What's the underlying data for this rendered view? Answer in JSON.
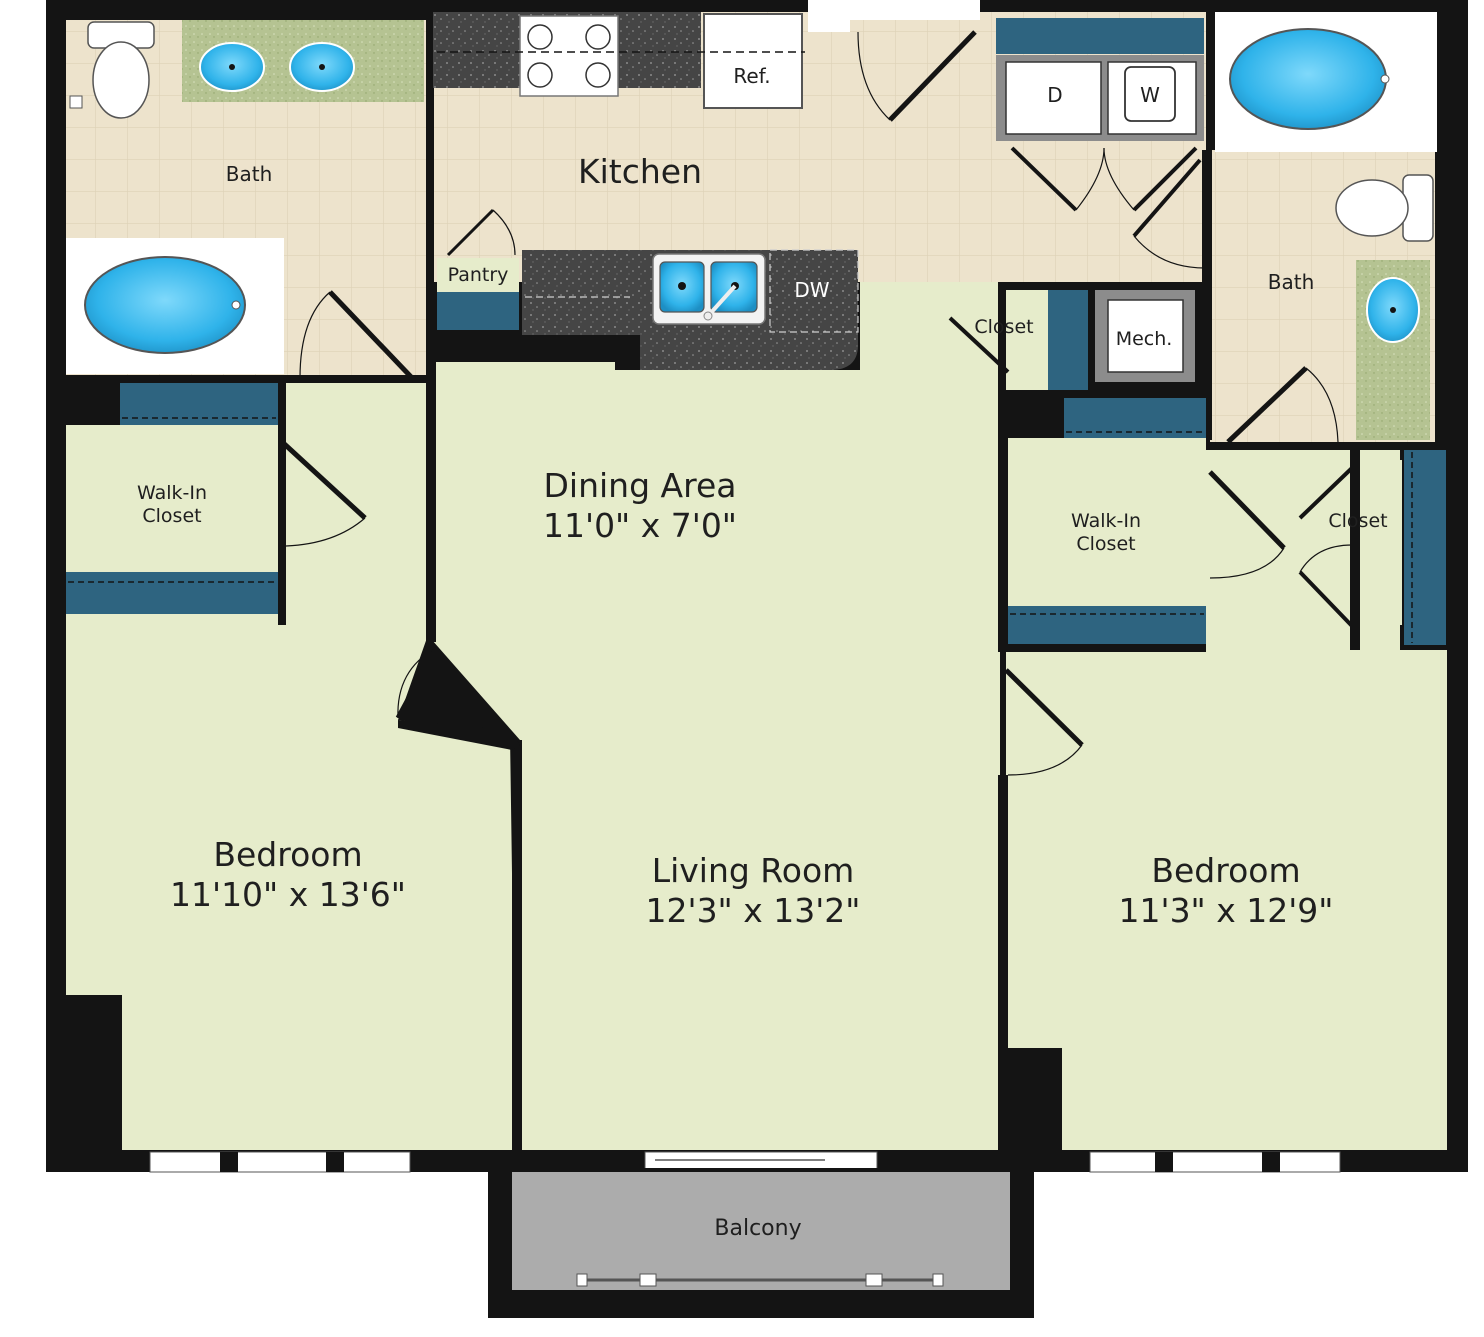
{
  "rooms": {
    "kitchen": "Kitchen",
    "bath_left": "Bath",
    "bath_right": "Bath",
    "pantry": "Pantry",
    "dining_name": "Dining Area",
    "dining_dim": "11'0\" x 7'0\"",
    "living_name": "Living Room",
    "living_dim": "12'3\" x 13'2\"",
    "bedroom_left_name": "Bedroom",
    "bedroom_left_dim": "11'10\" x 13'6\"",
    "bedroom_right_name": "Bedroom",
    "bedroom_right_dim": "11'3\" x 12'9\"",
    "walkin_left_line1": "Walk-In",
    "walkin_left_line2": "Closet",
    "walkin_right_line1": "Walk-In",
    "walkin_right_line2": "Closet",
    "closet_hall": "Closet",
    "closet_right": "Closet",
    "mech": "Mech.",
    "balcony": "Balcony"
  },
  "appliances": {
    "ref": "Ref.",
    "dryer": "D",
    "washer": "W",
    "dishwasher": "DW"
  },
  "colors": {
    "floor": "#e6eccb",
    "tile": "#ede3cc",
    "wall": "#141414",
    "closet_shelf": "#2e6480",
    "countertop": "#4a4a4a",
    "vanity": "#b7c495",
    "fixture": "#37b7ea",
    "balcony": "#acacac"
  }
}
